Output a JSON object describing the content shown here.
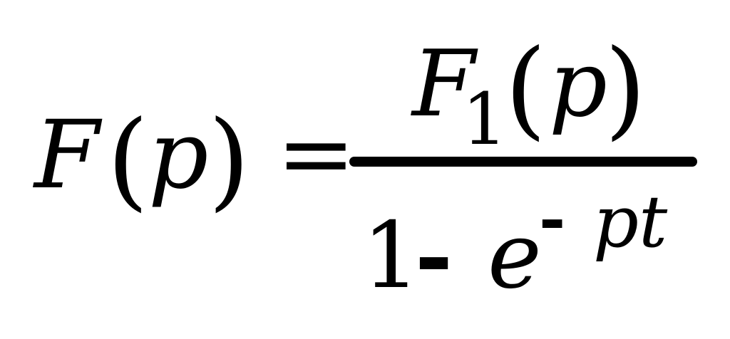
{
  "formula": {
    "lhs": {
      "function": "F",
      "open_paren": "(",
      "variable": "p",
      "close_paren": ")"
    },
    "equals": "=",
    "numerator": {
      "function": "F",
      "subscript": "1",
      "open_paren": "(",
      "variable": "p",
      "close_paren": ")"
    },
    "denominator": {
      "one": "1",
      "minus": "-",
      "base": "e",
      "exponent_minus": "-",
      "exponent_vars": "pt"
    }
  }
}
